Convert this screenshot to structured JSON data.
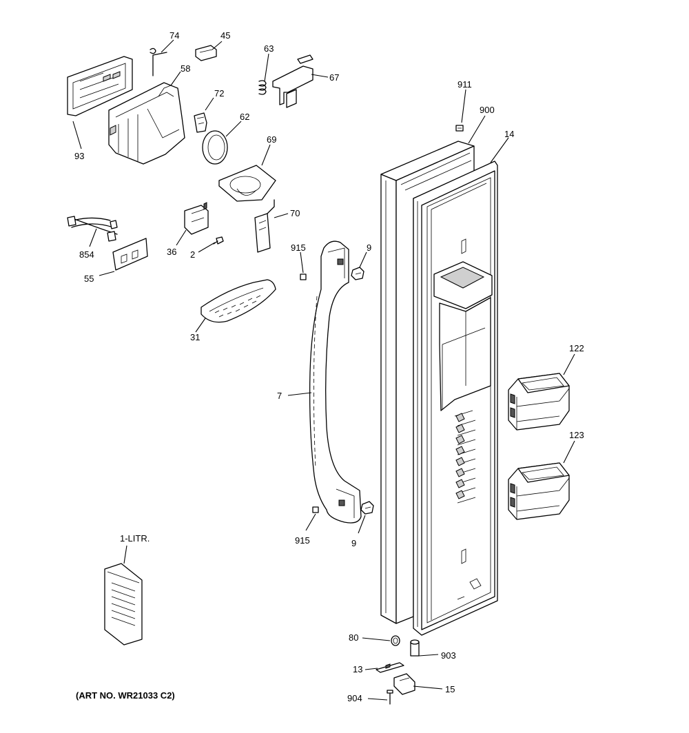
{
  "diagram": {
    "art_number": "(ART NO. WR21033 C2)",
    "callouts": {
      "c74": "74",
      "c45": "45",
      "c63": "63",
      "c67": "67",
      "c58": "58",
      "c72": "72",
      "c62": "62",
      "c93": "93",
      "c69": "69",
      "c70": "70",
      "c854": "854",
      "c36": "36",
      "c2": "2",
      "c55": "55",
      "c915a": "915",
      "c9a": "9",
      "c31": "31",
      "c911": "911",
      "c900": "900",
      "c14": "14",
      "c7": "7",
      "c122": "122",
      "c123": "123",
      "c1litr": "1-LITR.",
      "c915b": "915",
      "c9b": "9",
      "c80": "80",
      "c903": "903",
      "c13": "13",
      "c15": "15",
      "c904": "904"
    }
  }
}
